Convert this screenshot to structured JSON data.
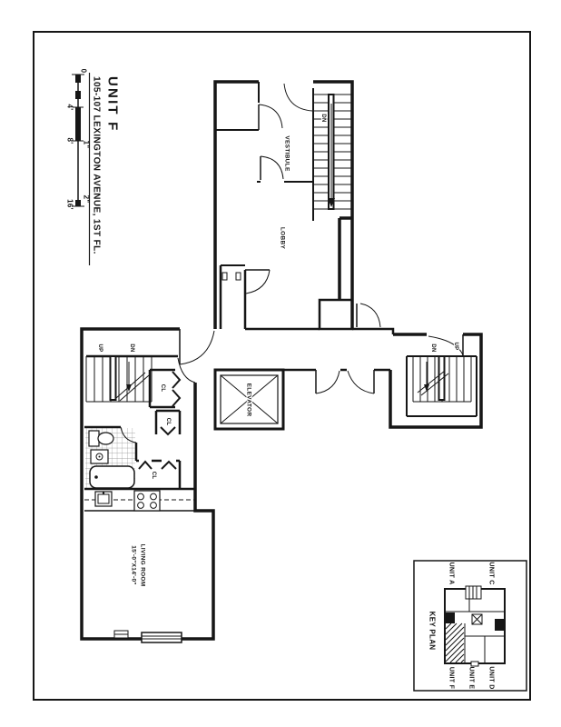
{
  "page": {
    "background": "#ffffff",
    "line_color": "#161616"
  },
  "title_block": {
    "unit": "UNIT F",
    "address": "105-107 LEXINGTON AVENUE, 1ST FL."
  },
  "scale_bar": {
    "zero": "0",
    "four_ft": "4'",
    "eight_ft": "8'",
    "sixteen_ft": "16'",
    "one_in": "1\"",
    "two_in": "2\""
  },
  "rooms": {
    "vestibule": "VESTIBULE",
    "lobby": "LOBBY",
    "elevator": "ELEVATOR",
    "living_room_name": "LIVING ROOM",
    "living_room_dims": "15'-0\"X14'-0\""
  },
  "stairs": {
    "entry_dn": "DN",
    "left_up": "UP",
    "left_dn": "DN",
    "right_dn": "DN",
    "right_up": "UP"
  },
  "closets": {
    "hall_closet": "CL",
    "small_closet": "CL",
    "linen_closet": "CL"
  },
  "key_plan": {
    "title": "KEY PLAN",
    "unit_a": "UNIT A",
    "unit_c": "UNIT C",
    "unit_d": "UNIT D",
    "unit_e": "UNIT E",
    "unit_f": "UNIT F"
  }
}
